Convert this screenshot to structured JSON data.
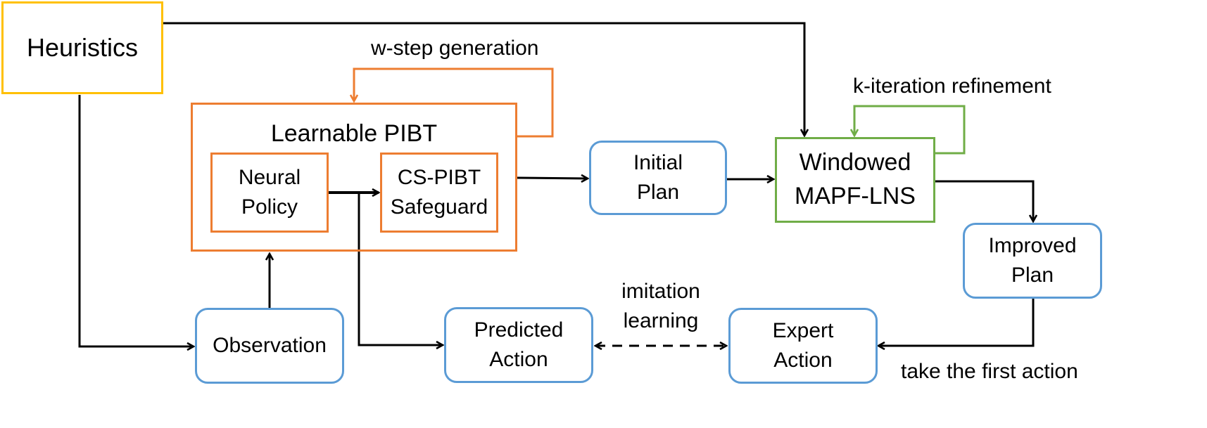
{
  "nodes": {
    "heuristics": "Heuristics",
    "learnable_pibt": "Learnable PIBT",
    "neural_policy": "Neural\nPolicy",
    "cs_pibt_safeguard": "CS-PIBT\nSafeguard",
    "initial_plan": "Initial\nPlan",
    "windowed_mapf_lns": "Windowed\nMAPF-LNS",
    "improved_plan": "Improved\nPlan",
    "observation": "Observation",
    "predicted_action": "Predicted\nAction",
    "expert_action": "Expert\nAction"
  },
  "labels": {
    "w_step_generation": "w-step generation",
    "k_iteration_refinement": "k-iteration refinement",
    "imitation_learning": "imitation\nlearning",
    "take_first_action": "take the first action"
  },
  "colors": {
    "blue": "#5b9bd5",
    "orange": "#ed7d31",
    "green": "#70ad47",
    "yellow": "#ffc000",
    "arrow": "#000000"
  }
}
